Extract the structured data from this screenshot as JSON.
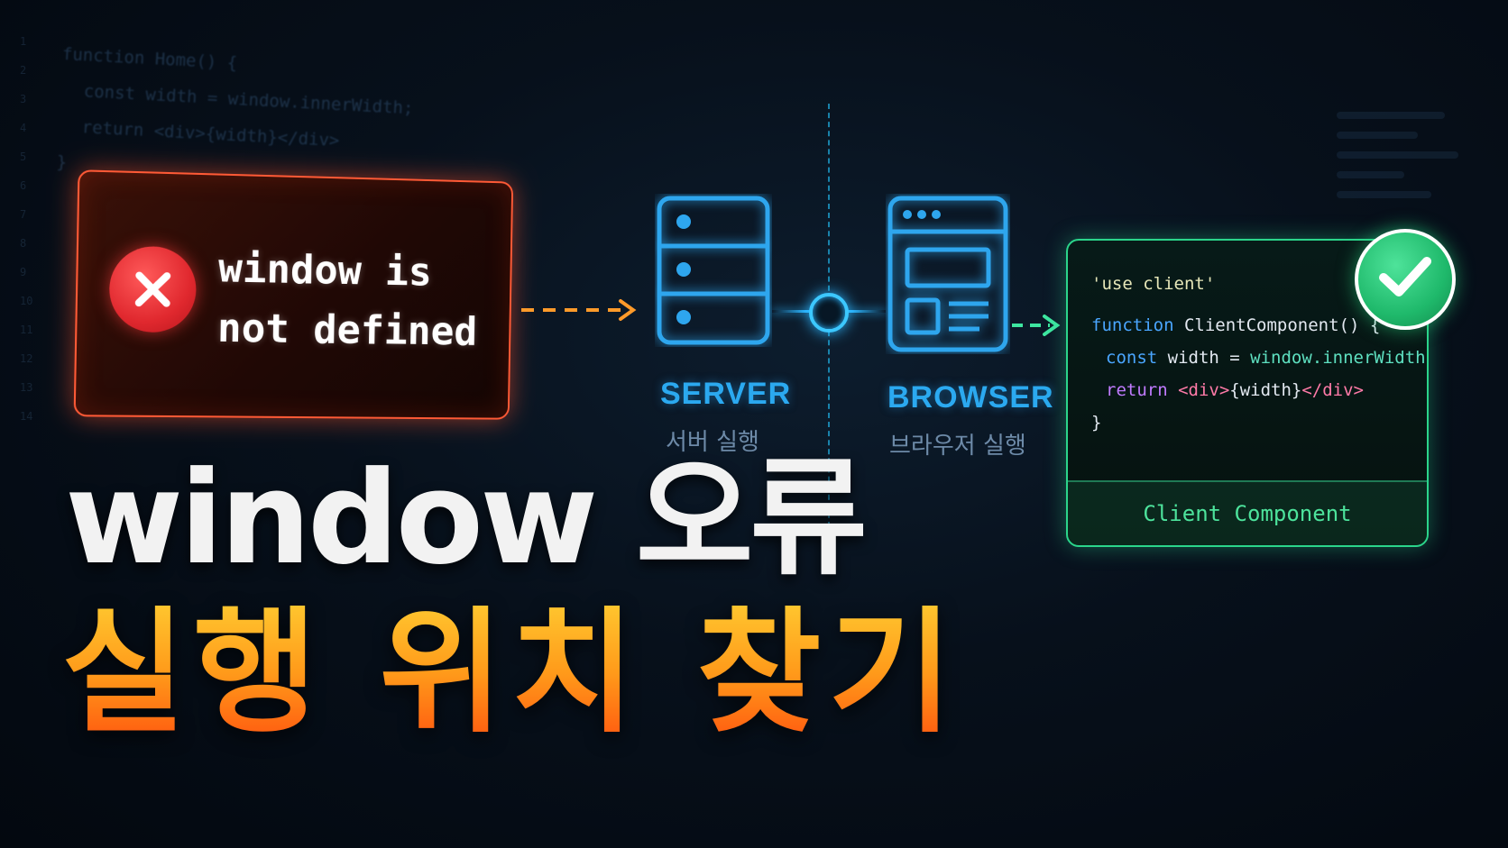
{
  "background_code": {
    "line1": "function Home() {",
    "line2": "const width = window.innerWidth;",
    "line3": "return <div>{width}</div>",
    "line4": "}"
  },
  "error_card": {
    "line1": "window is",
    "line2": "not defined",
    "icon": "x-circle-icon",
    "color": "#ff5a36"
  },
  "server": {
    "label": "SERVER",
    "sublabel": "서버 실행",
    "icon": "server-icon"
  },
  "browser": {
    "label": "BROWSER",
    "sublabel": "브라우저 실행",
    "icon": "browser-window-icon"
  },
  "client_card": {
    "line1": "'use client'",
    "line2_kw": "function",
    "line2_name": " ClientComponent() {",
    "line3_kw": "const",
    "line3_mid": " width = ",
    "line3_val": "window.innerWidth",
    "line4_kw": "return",
    "line4_tag1": " <div>",
    "line4_mid": "{width}",
    "line4_tag2": "</div>",
    "line5": "}",
    "footer": "Client Component",
    "check_icon": "check-circle-icon",
    "color": "#2bd58b"
  },
  "headline": {
    "line1": "window 오류",
    "line2": "실행 위치 찾기",
    "line2_color_top": "#ffc52e",
    "line2_color_bottom": "#ff5a10"
  }
}
